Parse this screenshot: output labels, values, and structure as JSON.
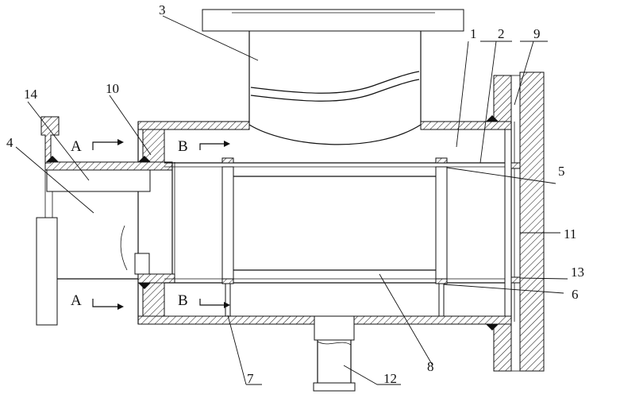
{
  "labels": {
    "l1": "1",
    "l2": "2",
    "l3": "3",
    "l4": "4",
    "l5": "5",
    "l6": "6",
    "l7": "7",
    "l8": "8",
    "l9": "9",
    "l10": "10",
    "l11": "11",
    "l12": "12",
    "l13": "13",
    "l14": "14"
  },
  "sections": {
    "a_top": "A",
    "a_bottom": "A",
    "b_top": "B",
    "b_bottom": "B"
  }
}
